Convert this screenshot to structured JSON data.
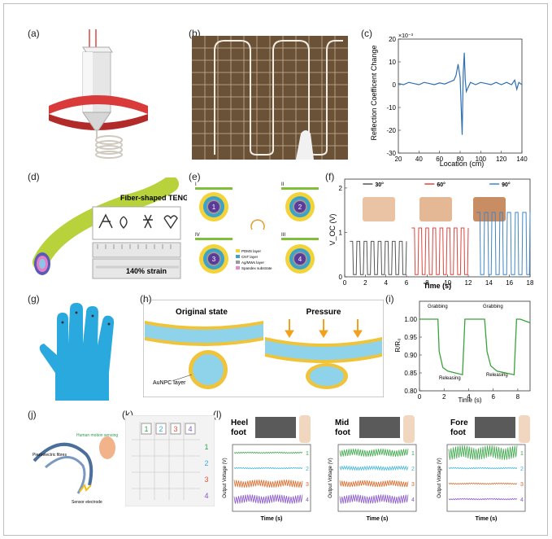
{
  "panels": {
    "a": "(a)",
    "b": "(b)",
    "c": "(c)",
    "d": "(d)",
    "e": "(e)",
    "f": "(f)",
    "g": "(g)",
    "h": "(h)",
    "i": "(i)",
    "j": "(j)",
    "k": "(k)",
    "l": "(l)"
  },
  "d": {
    "title": "Fiber-shaped TENG",
    "strain": "140% strain"
  },
  "e": {
    "roman": [
      "I",
      "II",
      "III",
      "IV"
    ],
    "legend": [
      "PDMS layer",
      "CNT layer",
      "Ag/MWs layer",
      "Spandex substrate"
    ],
    "legend_colors": [
      "#f4d23a",
      "#3aa3c9",
      "#9a9a9a",
      "#e58ad0"
    ],
    "steps": [
      "1",
      "2",
      "3",
      "4"
    ]
  },
  "h": {
    "original": "Original state",
    "pressure": "Pressure",
    "layer": "AuNPC layer"
  },
  "j": {
    "label1": "Human motion sensing",
    "label2": "Piezoelectric fibres",
    "label3": "Sensor electrode"
  },
  "k": {
    "top": [
      "1",
      "2",
      "3",
      "4"
    ],
    "side": [
      "1",
      "2",
      "3",
      "4"
    ],
    "colors": [
      "#2aa84a",
      "#3fa7d6",
      "#e0553b",
      "#8a56c8"
    ]
  },
  "l": {
    "heel": "Heel\nfoot",
    "mid": "Mid\nfoot",
    "fore": "Fore\nfoot",
    "heel_word1": "Heel",
    "heel_word2": "foot",
    "mid_word1": "Mid",
    "mid_word2": "foot",
    "fore_word1": "Fore",
    "fore_word2": "foot",
    "ylabel": "Output Voltage (V)",
    "xlabel": "Time (s)",
    "channels": [
      "1",
      "2",
      "3",
      "4"
    ],
    "colors": [
      "#3ea84b",
      "#45b6d8",
      "#d96b2b",
      "#8a5ac6"
    ]
  },
  "chart_data": [
    {
      "type": "line",
      "panel": "c",
      "ylabel": "Reflection Coefficent Change",
      "xlabel": "Location (cm)",
      "exponent": "×10⁻³",
      "xlim": [
        20,
        140
      ],
      "ylim": [
        -30,
        20
      ],
      "xticks": [
        20,
        40,
        60,
        80,
        100,
        120,
        140
      ],
      "yticks": [
        -30,
        -20,
        -10,
        0,
        10,
        20
      ],
      "color": "#2f6fb3",
      "x": [
        20,
        25,
        30,
        35,
        40,
        45,
        50,
        55,
        60,
        65,
        70,
        74,
        76,
        78,
        80,
        81,
        82,
        83,
        84,
        85,
        86,
        88,
        90,
        95,
        100,
        105,
        110,
        115,
        120,
        125,
        130,
        133,
        135,
        137,
        140
      ],
      "y": [
        0.5,
        0,
        1,
        0.5,
        0,
        1,
        0.5,
        0,
        0.8,
        0.3,
        1.2,
        2,
        4,
        9,
        3,
        -10,
        -22,
        5,
        14,
        2,
        -3,
        -1,
        1,
        0,
        1,
        0.5,
        0,
        1,
        0,
        1,
        0,
        2,
        -2,
        1,
        0
      ]
    },
    {
      "type": "line",
      "panel": "f",
      "ylabel": "V_OC (V)",
      "xlabel": "Time (s)",
      "xlim": [
        0,
        18
      ],
      "ylim": [
        0,
        2.2
      ],
      "xticks": [
        0,
        2,
        4,
        6,
        8,
        10,
        12,
        14,
        16,
        18
      ],
      "yticks": [
        0,
        1,
        2
      ],
      "series": [
        {
          "name": "30°",
          "color": "#555555",
          "t_start": 0.5,
          "t_end": 6,
          "peak": 0.8,
          "cycles": 8
        },
        {
          "name": "60°",
          "color": "#e0443c",
          "t_start": 6.5,
          "t_end": 12,
          "peak": 1.1,
          "cycles": 8
        },
        {
          "name": "90°",
          "color": "#3f86c8",
          "t_start": 12.8,
          "t_end": 18,
          "peak": 1.45,
          "cycles": 7
        }
      ]
    },
    {
      "type": "line",
      "panel": "i",
      "ylabel": "R/R₀",
      "xlabel": "Time (s)",
      "xlim": [
        0,
        9
      ],
      "ylim": [
        0.8,
        1.05
      ],
      "xticks": [
        0,
        2,
        4,
        6,
        8
      ],
      "yticks": [
        0.8,
        0.85,
        0.9,
        0.95,
        1.0
      ],
      "color": "#3aa23a",
      "x": [
        0,
        1.5,
        1.6,
        1.9,
        2.3,
        3.5,
        3.7,
        4.0,
        5.3,
        5.5,
        5.8,
        6.3,
        7.7,
        7.9,
        8.2,
        9
      ],
      "y": [
        1.0,
        1.0,
        0.91,
        0.865,
        0.855,
        0.845,
        1.0,
        1.0,
        1.0,
        0.91,
        0.87,
        0.855,
        0.845,
        1.0,
        1.0,
        0.99
      ],
      "annotations": [
        "Grabbing",
        "Grabbing",
        "Releasing",
        "Releasing"
      ]
    }
  ]
}
